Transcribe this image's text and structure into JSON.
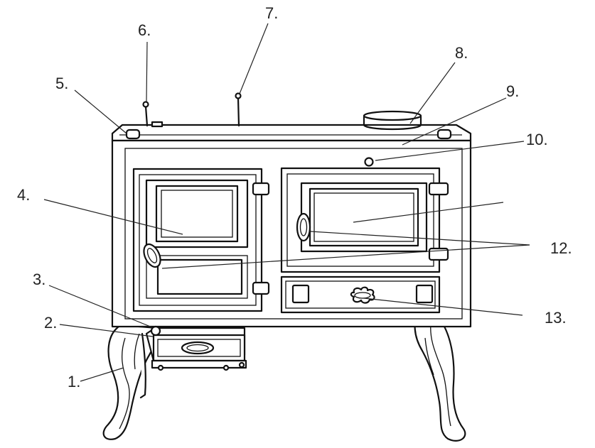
{
  "labels": {
    "l1": "1.",
    "l2": "2.",
    "l3": "3.",
    "l4": "4.",
    "l5": "5.",
    "l6": "6.",
    "l7": "7.",
    "l8": "8.",
    "l9": "9.",
    "l10": "10.",
    "l12": "12.",
    "l13": "13."
  }
}
